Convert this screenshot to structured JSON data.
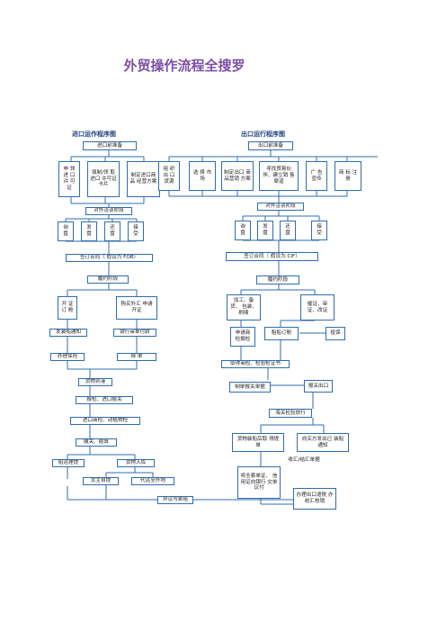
{
  "title": "外贸操作流程全搜罗",
  "import": {
    "heading": "进口运作程序图",
    "prep": "进口前准备",
    "prep_items": [
      "申 领 进 口 许 可 证",
      "填制/领 取进口 许可证卡片",
      "制定进口商品 经营方案"
    ],
    "nego": "对外洽谈阶段",
    "nego_items": [
      "询 盘",
      "发 盘",
      "还 盘",
      "接 受"
    ],
    "contract": "签订合同（ 假设为 FOB）",
    "perform": "履约阶段",
    "open_lc": "开 证 订 舱",
    "buy_fx": "购买外汇 申请开证",
    "ship_notice": "发装船通知",
    "pay_order": "银行审单付款",
    "insurance": "办理保险",
    "docs": "赎 单",
    "arrival": "货物到港",
    "customs": "报检、进口报关",
    "inspection": "进口商检、动植物检",
    "duty": "缴关、结算",
    "claim": "船运理提",
    "warehouse": "货物入库",
    "dock": "货主自提",
    "agent": "代运至外地",
    "dispute": "异议与索赔"
  },
  "export": {
    "heading": "出口运行程序图",
    "prep": "出口前准备",
    "prep_items": [
      "组 织 出 口 货源",
      "选 择 市 场",
      "制定出口 商品营销 方案",
      "寻找贸易伙 伴、建立销 售渠道",
      "广 告 宣传",
      "商 标 注册"
    ],
    "nego": "对外洽谈阶段",
    "nego_items": [
      "询 盘",
      "发 盘",
      "还 盘",
      "接 受"
    ],
    "contract": "签订合同（ 假设为 CIF）",
    "perform": "履约阶段",
    "process": "加工、备货、 包装、刷唛",
    "lc": "催证、审 证、改证",
    "apply_insp": "申请商 检报检",
    "book": "租船订舱",
    "insure": "投保",
    "cert": "取得商检、检验检证书",
    "prepare_docs": "制单报关单据",
    "customs": "报关出口",
    "loading": "海关检验放行",
    "receipt": "货物装船后取 得提单",
    "notice": "向买方发出已 装船通知",
    "settle": "收汇/结汇单据",
    "bank": "将全套单证、 信用证向银行 交单议付",
    "refund": "办理出口退税 办收汇核销"
  }
}
